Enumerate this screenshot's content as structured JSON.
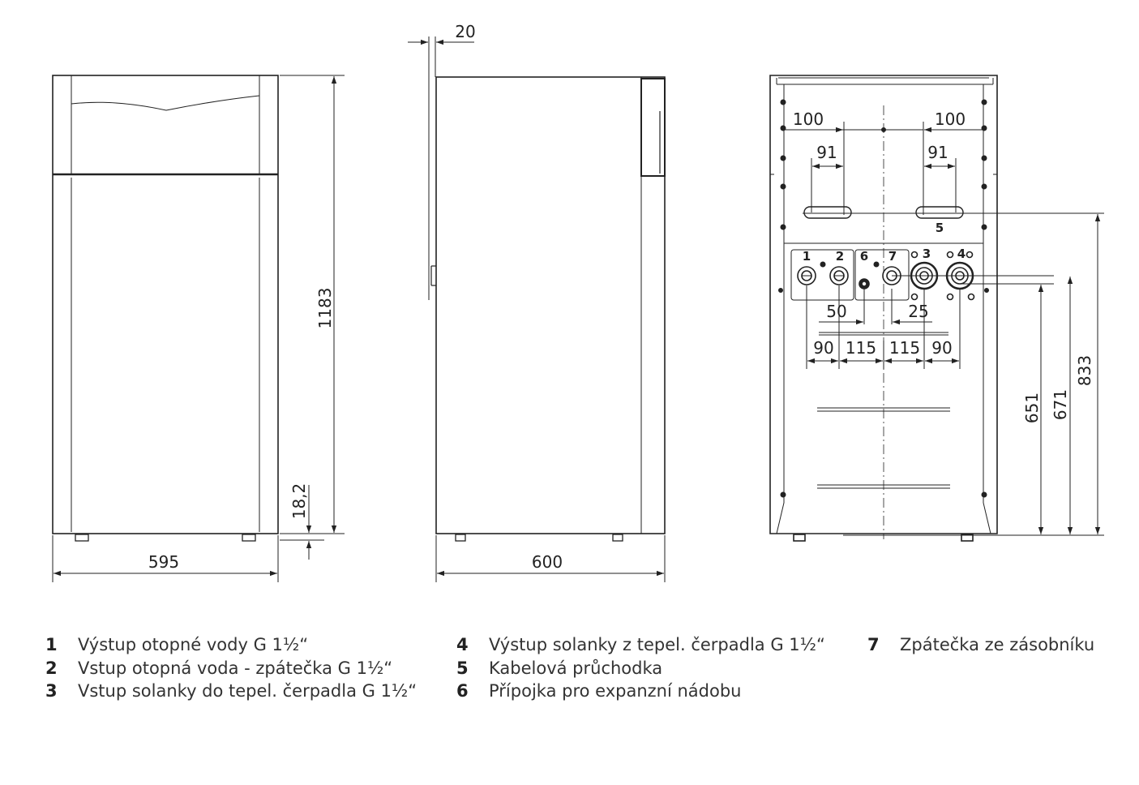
{
  "dimensions": {
    "front_width": "595",
    "total_height": "1183",
    "foot_height": "18,2",
    "side_depth": "600",
    "side_offset": "20",
    "back_offset_left": "100",
    "back_offset_right": "100",
    "back_slot_left": "91",
    "back_slot_right": "91",
    "back_spacing_50": "50",
    "back_spacing_25": "25",
    "back_spacing_90_left": "90",
    "back_spacing_115_left": "115",
    "back_spacing_115_right": "115",
    "back_spacing_90_right": "90",
    "height_651": "651",
    "height_671": "671",
    "height_833": "833"
  },
  "connection_labels": {
    "c1": "1",
    "c2": "2",
    "c3": "3",
    "c4": "4",
    "c5": "5",
    "c6": "6",
    "c7": "7"
  },
  "legend": [
    {
      "num": "1",
      "text": "Výstup otopné vody G 1½“"
    },
    {
      "num": "2",
      "text": "Vstup otopná voda - zpátečka G 1½“"
    },
    {
      "num": "3",
      "text": "Vstup solanky do tepel. čerpadla G 1½“"
    },
    {
      "num": "4",
      "text": "Výstup solanky z tepel. čerpadla G 1½“"
    },
    {
      "num": "5",
      "text": "Kabelová průchodka"
    },
    {
      "num": "6",
      "text": "Přípojka pro expanzní nádobu"
    },
    {
      "num": "7",
      "text": "Zpátečka ze zásobníku"
    }
  ]
}
